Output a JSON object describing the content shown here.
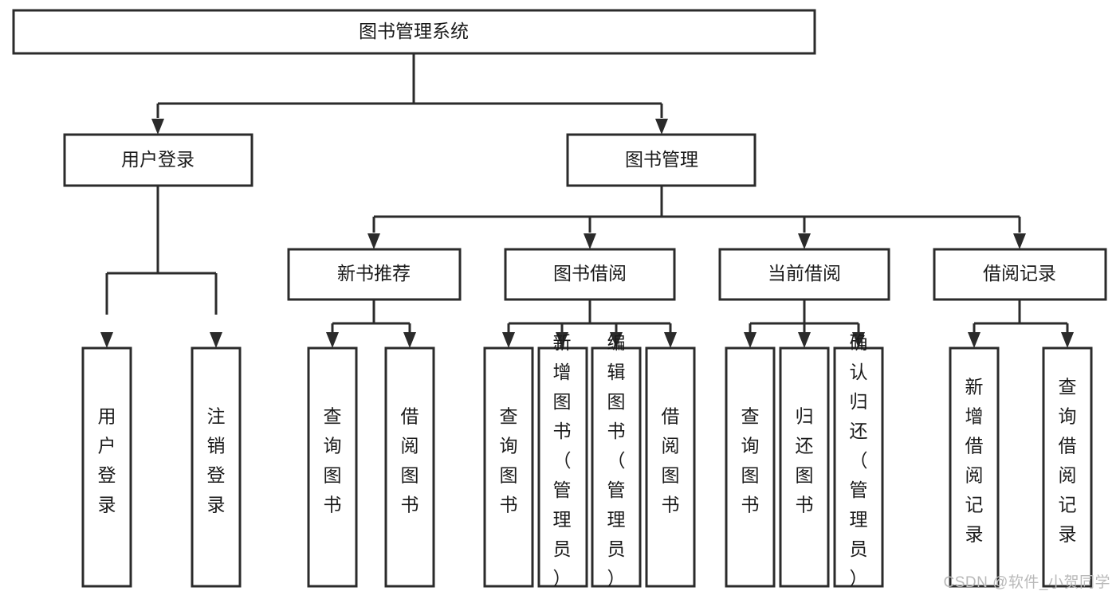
{
  "diagram": {
    "title": "图书管理系统",
    "type": "tree-hierarchy",
    "background_color": "#ffffff",
    "line_color": "#2b2b2b",
    "box_fill": "#ffffff",
    "text_color": "#1a1a1a"
  },
  "nodes": {
    "root": {
      "label": "图书管理系统"
    },
    "level2": [
      {
        "id": "user-login",
        "label": "用户登录"
      },
      {
        "id": "book-manage",
        "label": "图书管理"
      }
    ],
    "level3": [
      {
        "id": "new-book-recommend",
        "label": "新书推荐"
      },
      {
        "id": "book-borrow",
        "label": "图书借阅"
      },
      {
        "id": "current-borrow",
        "label": "当前借阅"
      },
      {
        "id": "borrow-record",
        "label": "借阅记录"
      }
    ],
    "leaves": {
      "user_login": [
        {
          "id": "leaf-user-login",
          "label": "用户登录"
        },
        {
          "id": "leaf-logout-login",
          "label": "注销登录"
        }
      ],
      "new_book_recommend": [
        {
          "id": "leaf-query-book-1",
          "label": "查询图书"
        },
        {
          "id": "leaf-borrow-book-1",
          "label": "借阅图书"
        }
      ],
      "book_borrow": [
        {
          "id": "leaf-query-book-2",
          "label": "查询图书"
        },
        {
          "id": "leaf-add-book",
          "label": "新增图书（管理员）"
        },
        {
          "id": "leaf-edit-book",
          "label": "编辑图书（管理员）"
        },
        {
          "id": "leaf-borrow-book-2",
          "label": "借阅图书"
        }
      ],
      "current_borrow": [
        {
          "id": "leaf-query-book-3",
          "label": "查询图书"
        },
        {
          "id": "leaf-return-book",
          "label": "归还图书"
        },
        {
          "id": "leaf-confirm-return",
          "label": "确认归还（管理员）"
        }
      ],
      "borrow_record": [
        {
          "id": "leaf-add-record",
          "label": "新增借阅记录"
        },
        {
          "id": "leaf-query-record",
          "label": "查询借阅记录"
        }
      ]
    }
  },
  "watermark": {
    "text": "CSDN @软件_小贺同学"
  }
}
